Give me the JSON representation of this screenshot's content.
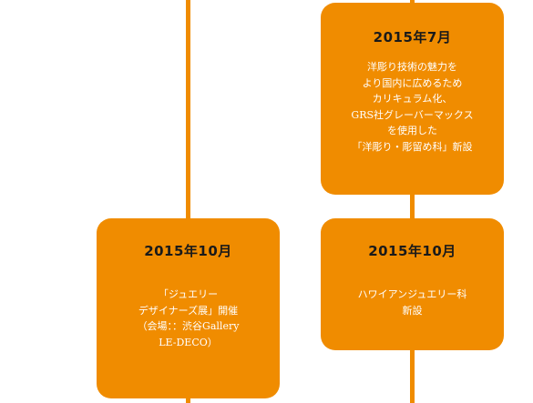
{
  "theme": {
    "accent": "#f08c00",
    "title_text": "#1a1a1a",
    "body_text": "#ffffff"
  },
  "timeline": {
    "events": [
      {
        "date": "2015年7月",
        "lines": [
          "洋彫り技術の魅力を",
          "より国内に広めるため",
          "カリキュラム化、",
          "GRS社グレーバーマックス",
          "を使用した",
          "「洋彫り・彫留め科」新設"
        ]
      },
      {
        "date": "2015年10月",
        "lines": [
          "「ジュエリー",
          "デザイナーズ展」開催",
          "（会場：：渋谷Gallery",
          "LE-DECO）"
        ]
      },
      {
        "date": "2015年10月",
        "lines": [
          "ハワイアンジュエリー科",
          "新設"
        ]
      }
    ]
  }
}
